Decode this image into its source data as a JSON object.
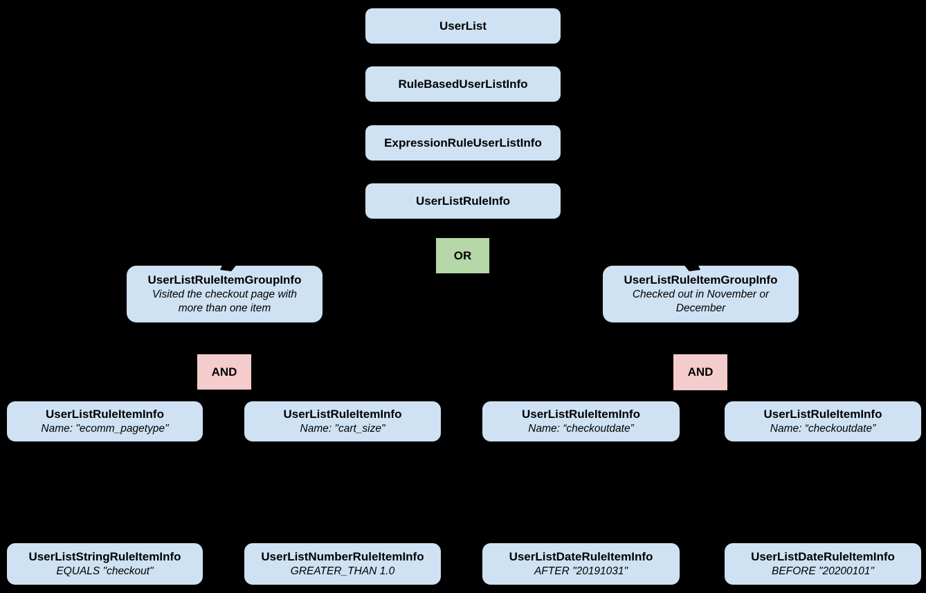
{
  "diagram": {
    "background": "#000000",
    "colors": {
      "node_fill": "#cfe2f3",
      "or_fill": "#b6d7a8",
      "and_fill": "#f4cccc",
      "text_color": "#000000"
    },
    "chain": [
      {
        "label": "UserList"
      },
      {
        "label": "RuleBasedUserListInfo"
      },
      {
        "label": "ExpressionRuleUserListInfo"
      },
      {
        "label": "UserListRuleInfo"
      }
    ],
    "operators": {
      "or": "OR",
      "and": "AND"
    },
    "groups": [
      {
        "title": "UserListRuleItemGroupInfo",
        "subtitle": "Visited the checkout page with more than one item"
      },
      {
        "title": "UserListRuleItemGroupInfo",
        "subtitle": "Checked out in November or December"
      }
    ],
    "rule_items": [
      {
        "title": "UserListRuleItemInfo",
        "subtitle": "Name: \"ecomm_pagetype\""
      },
      {
        "title": "UserListRuleItemInfo",
        "subtitle": "Name: \"cart_size\""
      },
      {
        "title": "UserListRuleItemInfo",
        "subtitle": "Name: “checkoutdate”"
      },
      {
        "title": "UserListRuleItemInfo",
        "subtitle": "Name: “checkoutdate”"
      }
    ],
    "leaf_items": [
      {
        "title": "UserListStringRuleItemInfo",
        "subtitle": "EQUALS \"checkout\""
      },
      {
        "title": "UserListNumberRuleItemInfo",
        "subtitle": "GREATER_THAN 1.0"
      },
      {
        "title": "UserListDateRuleItemInfo",
        "subtitle": "AFTER \"20191031\""
      },
      {
        "title": "UserListDateRuleItemInfo",
        "subtitle": "BEFORE \"20200101\""
      }
    ]
  }
}
